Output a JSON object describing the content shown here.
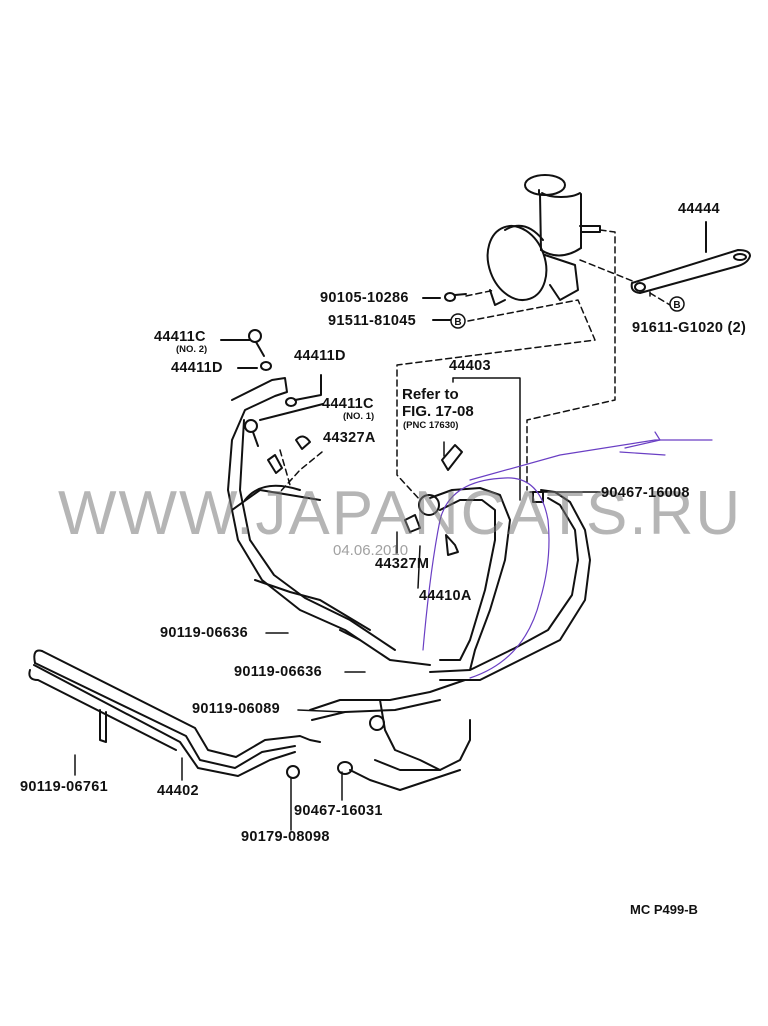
{
  "diagram": {
    "title_code": "MC P499-B",
    "watermark": "WWW.JAPANCATS.RU",
    "watermark_date": "04.06.2010",
    "note": {
      "line1": "Refer to",
      "line2": "FIG. 17-08",
      "line3": "(PNC 17630)"
    },
    "parts": [
      {
        "id": "p44444",
        "label": "44444"
      },
      {
        "id": "p91611",
        "label": "91611-G1020 (2)"
      },
      {
        "id": "p90105",
        "label": "90105-10286"
      },
      {
        "id": "p91511",
        "label": "91511-81045"
      },
      {
        "id": "p44411c2",
        "label": "44411C",
        "sub": "(NO. 2)"
      },
      {
        "id": "p44411d_a",
        "label": "44411D"
      },
      {
        "id": "p44411d_b",
        "label": "44411D"
      },
      {
        "id": "p44411c1",
        "label": "44411C",
        "sub": "(NO. 1)"
      },
      {
        "id": "p44327a",
        "label": "44327A"
      },
      {
        "id": "p44403",
        "label": "44403"
      },
      {
        "id": "p90467_16008",
        "label": "90467-16008"
      },
      {
        "id": "p44327m",
        "label": "44327M"
      },
      {
        "id": "p44410a",
        "label": "44410A"
      },
      {
        "id": "p90119_06636a",
        "label": "90119-06636"
      },
      {
        "id": "p90119_06636b",
        "label": "90119-06636"
      },
      {
        "id": "p90119_06089",
        "label": "90119-06089"
      },
      {
        "id": "p90119_06761",
        "label": "90119-06761"
      },
      {
        "id": "p44402",
        "label": "44402"
      },
      {
        "id": "p90467_16031",
        "label": "90467-16031"
      },
      {
        "id": "p90179_08098",
        "label": "90179-08098"
      }
    ],
    "callout_symbol": "B",
    "colors": {
      "line": "#111111",
      "annotation_pen": "#6a3fc4",
      "watermark": "#888888"
    }
  }
}
